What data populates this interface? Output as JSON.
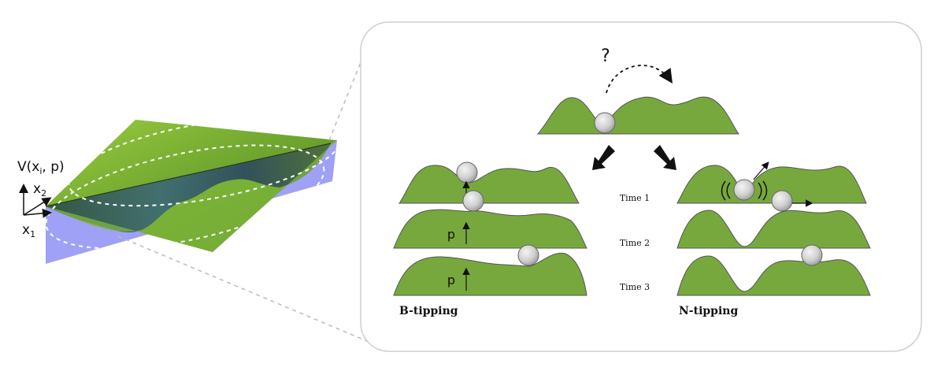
{
  "landscape_3d": {
    "axis_label": "V(x",
    "axis_label_sub": "i",
    "axis_label_tail": ", p)",
    "x2_label": "x",
    "x2_sub": "2",
    "x1_label": "x",
    "x1_sub": "1",
    "surface_color": "#7fb73a",
    "plane_color": "#9a9cf5"
  },
  "panel": {
    "question_mark": "?",
    "hill_color": "#77a83d",
    "ball_color": "#d6d6d6",
    "times": [
      "Time 1",
      "Time 2",
      "Time 3"
    ],
    "b_tipping": {
      "title": "B-tipping",
      "param_label": "p"
    },
    "n_tipping": {
      "title": "N-tipping"
    }
  }
}
